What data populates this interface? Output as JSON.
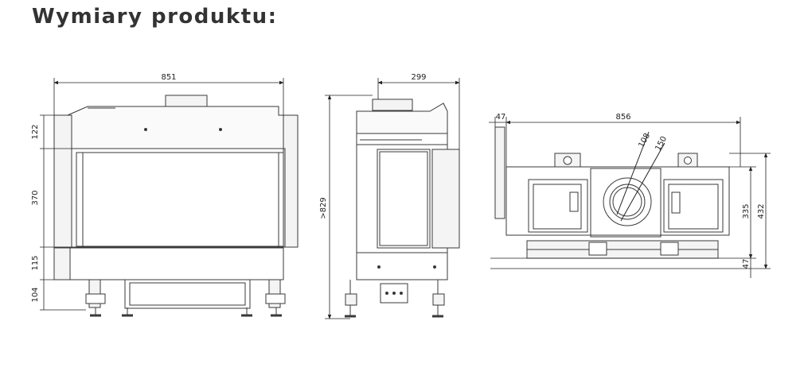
{
  "title": "Wymiary produktu:",
  "colors": {
    "line": "#3a3a3a",
    "fill": "#f4f4f4",
    "title": "#333333"
  },
  "front_view": {
    "width": "851",
    "heights": {
      "top": "122",
      "glass": "370",
      "base": "115",
      "feet": "104"
    }
  },
  "side_view": {
    "depth": "299",
    "total_height": ">829"
  },
  "top_view": {
    "offset": "47",
    "width": "856",
    "flue_outer": "150",
    "flue_inner": "108",
    "depth_inner": "335",
    "depth_total": "432",
    "offset_bottom": "47"
  }
}
